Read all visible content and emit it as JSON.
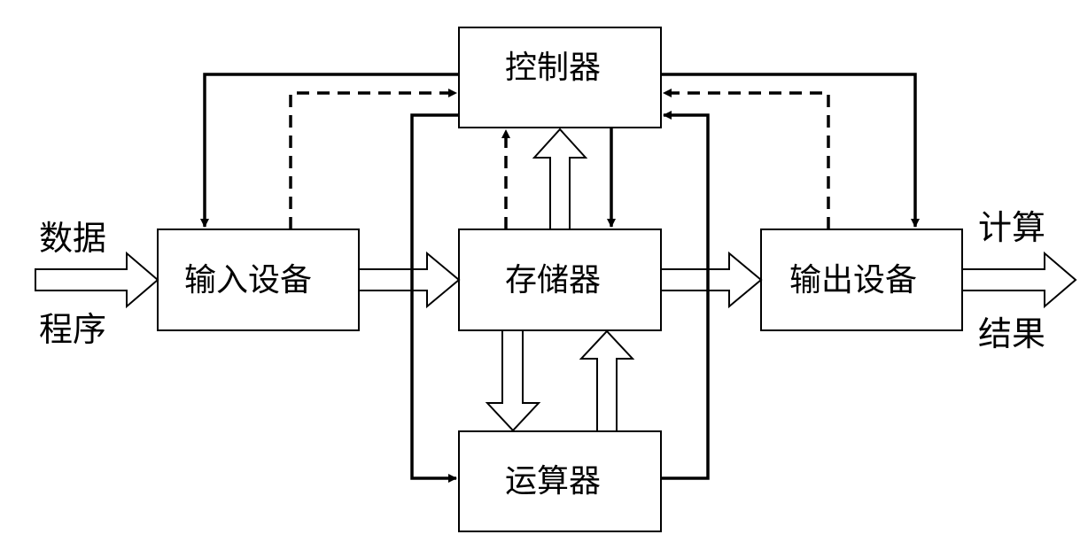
{
  "diagram": {
    "blocks": {
      "controller": "控制器",
      "input_device": "输入设备",
      "memory": "存储器",
      "output_device": "输出设备",
      "alu": "运算器"
    },
    "labels": {
      "input_top": "数据",
      "input_bottom": "程序",
      "output_top": "计算",
      "output_bottom": "结果"
    }
  }
}
